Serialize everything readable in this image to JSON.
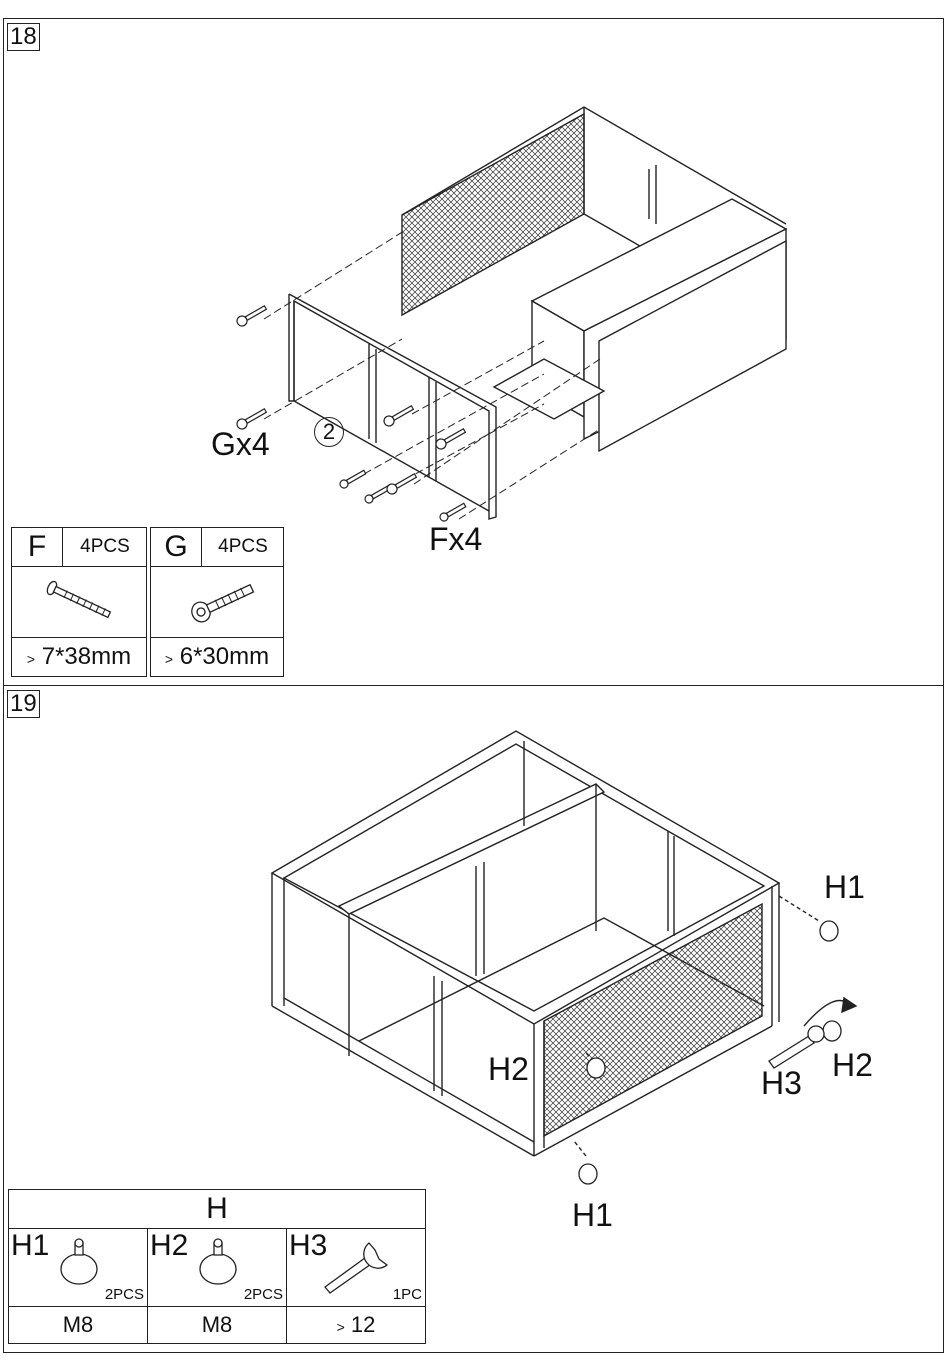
{
  "step18": {
    "number": "18",
    "callout_g": "Gx4",
    "callout_f": "Fx4",
    "panel_ref": "2",
    "parts": [
      {
        "letter": "F",
        "qty": "4PCS",
        "size": "7*38mm"
      },
      {
        "letter": "G",
        "qty": "4PCS",
        "size": "6*30mm"
      }
    ]
  },
  "step19": {
    "number": "19",
    "callouts": {
      "h1_top": "H1",
      "h2_left": "H2",
      "h2_right": "H2",
      "h3": "H3",
      "h1_bottom": "H1"
    },
    "table": {
      "title": "H",
      "items": [
        {
          "name": "H1",
          "qty": "2PCS",
          "spec": "M8"
        },
        {
          "name": "H2",
          "qty": "2PCS",
          "spec": "M8"
        },
        {
          "name": "H3",
          "qty": "1PC",
          "spec": "12"
        }
      ]
    }
  }
}
